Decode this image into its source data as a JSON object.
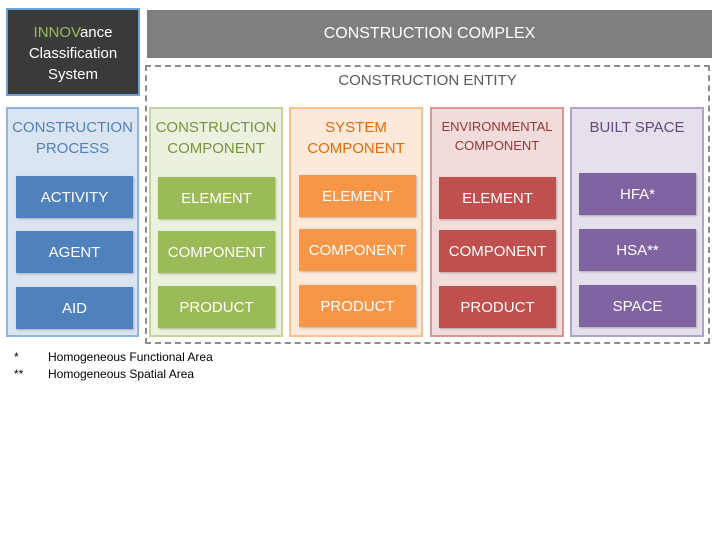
{
  "logo": {
    "highlight": "INNOV",
    "rest": "ance",
    "line2": "Classification",
    "line3": "System"
  },
  "complex_label": "CONSTRUCTION COMPLEX",
  "entity_label": "CONSTRUCTION ENTITY",
  "columns": [
    {
      "title_line1": "CONSTRUCTION",
      "title_line2": "PROCESS",
      "items": [
        "ACTIVITY",
        "AGENT",
        "AID"
      ],
      "colors": {
        "bg": "#dbe5f1",
        "border": "#8eb4e3",
        "title": "#4f81bd",
        "box": "#4f81bd"
      }
    },
    {
      "title_line1": "CONSTRUCTION",
      "title_line2": "COMPONENT",
      "items": [
        "ELEMENT",
        "COMPONENT",
        "PRODUCT"
      ],
      "colors": {
        "bg": "#ebf1de",
        "border": "#c3d69b",
        "title": "#77933c",
        "box": "#9bbb59"
      }
    },
    {
      "title_line1": "SYSTEM",
      "title_line2": "COMPONENT",
      "items": [
        "ELEMENT",
        "COMPONENT",
        "PRODUCT"
      ],
      "colors": {
        "bg": "#fde9d9",
        "border": "#fac090",
        "title": "#e46c0a",
        "box": "#f79646"
      }
    },
    {
      "title_line1": "ENVIRONMENTAL",
      "title_line2": "COMPONENT",
      "items": [
        "ELEMENT",
        "COMPONENT",
        "PRODUCT"
      ],
      "colors": {
        "bg": "#f2dcdb",
        "border": "#d99694",
        "title": "#953735",
        "box": "#c0504d"
      }
    },
    {
      "title_line1": "BUILT SPACE",
      "title_line2": "",
      "items": [
        "HFA*",
        "HSA**",
        "SPACE"
      ],
      "colors": {
        "bg": "#e5e0ec",
        "border": "#b3a2c7",
        "title": "#604a7b",
        "box": "#8064a2"
      }
    }
  ],
  "footnotes": [
    {
      "mark": "*",
      "text": "Homogeneous Functional Area"
    },
    {
      "mark": "**",
      "text": "Homogeneous Spatial Area"
    }
  ]
}
